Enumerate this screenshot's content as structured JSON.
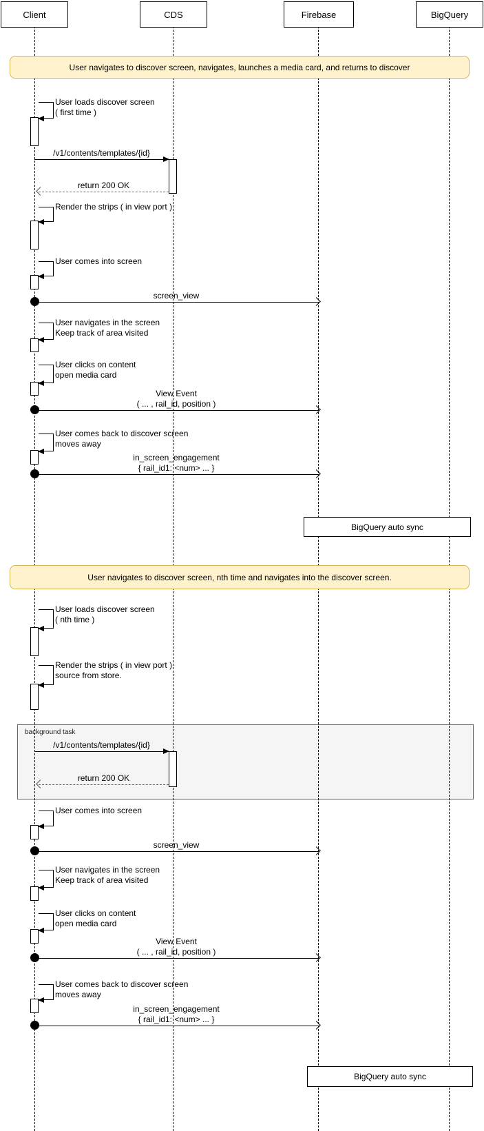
{
  "diagram_type": "uml-sequence-diagram",
  "colors": {
    "banner_fill": "#fff2cc",
    "banner_border": "#d6b656",
    "frame_fill": "#f5f5f5",
    "frame_border": "#666666",
    "line_color": "#000000",
    "background": "#ffffff"
  },
  "actors": [
    {
      "name": "Client"
    },
    {
      "name": "CDS"
    },
    {
      "name": "Firebase"
    },
    {
      "name": "BigQuery"
    }
  ],
  "sections": [
    {
      "banner": "User navigates to discover screen, navigates, launches a media card, and returns to discover",
      "messages": [
        {
          "type": "self",
          "lines": [
            "User loads discover screen",
            "( first time )"
          ]
        },
        {
          "type": "request",
          "from": "Client",
          "to": "CDS",
          "lines": [
            "/v1/contents/templates/{id}"
          ]
        },
        {
          "type": "return",
          "from": "CDS",
          "to": "Client",
          "lines": [
            "return 200 OK"
          ]
        },
        {
          "type": "self",
          "lines": [
            "Render the strips ( in view port )"
          ]
        },
        {
          "type": "self",
          "lines": [
            "User comes into screen"
          ]
        },
        {
          "type": "event",
          "from": "Client",
          "to": "Firebase",
          "lines": [
            "screen_view"
          ]
        },
        {
          "type": "self",
          "lines": [
            "User navigates in the screen",
            "Keep track of area visited"
          ]
        },
        {
          "type": "self",
          "lines": [
            "User clicks on content",
            "open media card"
          ]
        },
        {
          "type": "event",
          "from": "Client",
          "to": "Firebase",
          "lines": [
            "View Event",
            "( ... , rail_id, position )"
          ]
        },
        {
          "type": "self",
          "lines": [
            "User comes back to discover screen",
            "moves away"
          ]
        },
        {
          "type": "event",
          "from": "Client",
          "to": "Firebase",
          "lines": [
            "in_screen_engagement",
            "{ rail_id1: <num> ... }"
          ]
        }
      ],
      "sync_box_label": "BigQuery auto sync"
    },
    {
      "banner": "User navigates to discover screen, nth time and navigates into the discover screen.",
      "frame_label": "background task",
      "messages": [
        {
          "type": "self",
          "lines": [
            "User loads discover screen",
            "( nth time )"
          ]
        },
        {
          "type": "self",
          "lines": [
            "Render the strips ( in view port )",
            "source from store."
          ]
        },
        {
          "type": "request",
          "from": "Client",
          "to": "CDS",
          "lines": [
            "/v1/contents/templates/{id}"
          ]
        },
        {
          "type": "return",
          "from": "CDS",
          "to": "Client",
          "lines": [
            "return 200 OK"
          ]
        },
        {
          "type": "self",
          "lines": [
            "User comes into screen"
          ]
        },
        {
          "type": "event",
          "from": "Client",
          "to": "Firebase",
          "lines": [
            "screen_view"
          ]
        },
        {
          "type": "self",
          "lines": [
            "User navigates in the screen",
            "Keep track of area visited"
          ]
        },
        {
          "type": "self",
          "lines": [
            "User clicks on content",
            "open media card"
          ]
        },
        {
          "type": "event",
          "from": "Client",
          "to": "Firebase",
          "lines": [
            "View Event",
            "( ... , rail_id, position )"
          ]
        },
        {
          "type": "self",
          "lines": [
            "User comes back to discover screen",
            "moves away"
          ]
        },
        {
          "type": "event",
          "from": "Client",
          "to": "Firebase",
          "lines": [
            "in_screen_engagement",
            "{ rail_id1: <num> ... }"
          ]
        }
      ],
      "sync_box_label": "BigQuery auto sync"
    }
  ]
}
